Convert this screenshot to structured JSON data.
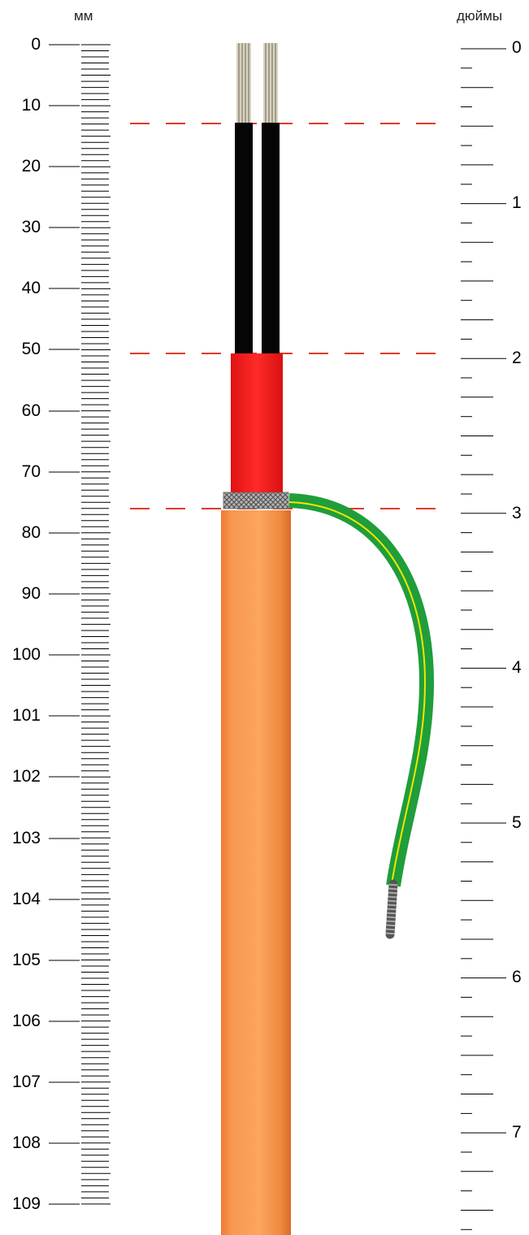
{
  "units": {
    "left": "мм",
    "right": "дюймы"
  },
  "mm_scale": {
    "labels": [
      "0",
      "10",
      "20",
      "30",
      "40",
      "50",
      "60",
      "70",
      "80",
      "90",
      "100",
      "101",
      "102",
      "103",
      "104",
      "105",
      "106",
      "107",
      "108",
      "109"
    ]
  },
  "inch_scale": {
    "labels": [
      "0",
      "1",
      "2",
      "3",
      "4",
      "5",
      "6",
      "7"
    ]
  },
  "colors": {
    "conductor_core": "#d8d2bf",
    "core_insulation": "#050505",
    "inner_sheath": "#ff2020",
    "braid_shield": "#9a9a9a",
    "outer_jacket": "#f5924a",
    "ground_wire": "#1f9e3a",
    "ground_stripe": "#f2e600",
    "strip_line": "#e03a28"
  }
}
